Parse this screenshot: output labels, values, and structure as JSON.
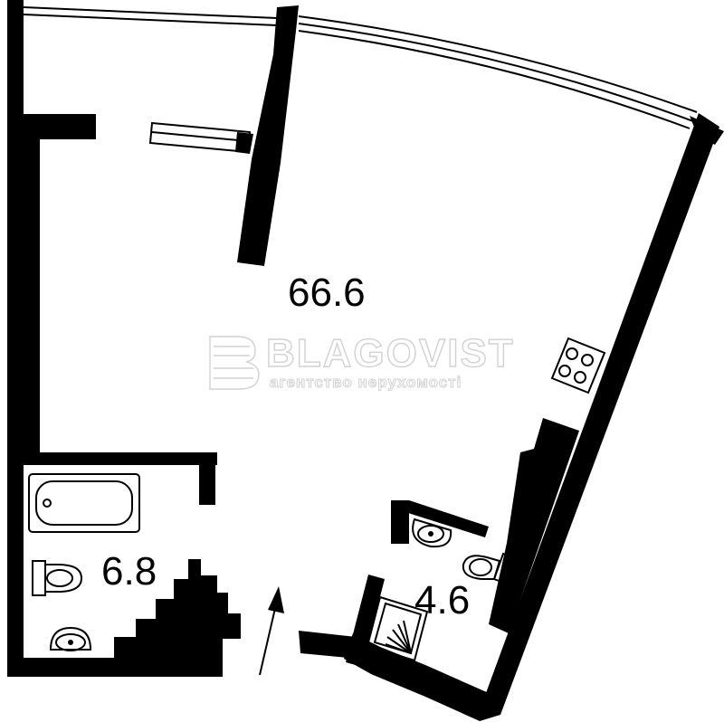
{
  "rooms": [
    {
      "name": "main-room",
      "area": "66.6"
    },
    {
      "name": "bathroom-left",
      "area": "6.8"
    },
    {
      "name": "bathroom-right",
      "area": "4.6"
    }
  ],
  "watermark": {
    "brand": "BLAGOVIST",
    "tagline": "агентство нерухомості"
  },
  "colors": {
    "wall": "#000000",
    "background": "#ffffff",
    "watermark": "#d2d2d2"
  },
  "icons": [
    "bathtub-icon",
    "toilet-icon",
    "sink-icon",
    "stove-icon",
    "shower-icon",
    "entrance-arrow-icon"
  ]
}
